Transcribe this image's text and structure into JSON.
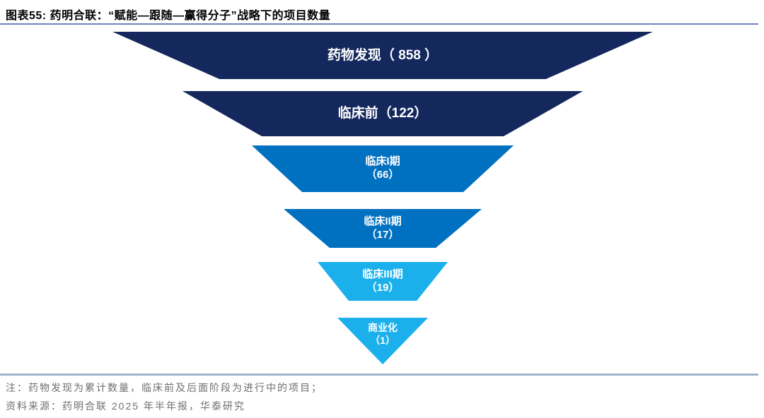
{
  "header": {
    "title": "图表55:  药明合联：“赋能—跟随—赢得分子”战略下的项目数量"
  },
  "chart_data": {
    "type": "funnel",
    "title": "药明合联“赋能—跟随—赢得分子”战略下的项目数量",
    "direction": "top-wide-to-bottom-narrow",
    "stages": [
      {
        "name": "药物发现",
        "value": 858,
        "line1": "药物发现（ 858 ）",
        "line2": "",
        "color": "#14285e"
      },
      {
        "name": "临床前",
        "value": 122,
        "line1": "临床前（122）",
        "line2": "",
        "color": "#14285e"
      },
      {
        "name": "临床I期",
        "value": 66,
        "line1": "临床I期",
        "line2": "（66）",
        "color": "#0070c0"
      },
      {
        "name": "临床II期",
        "value": 17,
        "line1": "临床II期",
        "line2": "（17）",
        "color": "#0070c0"
      },
      {
        "name": "临床III期",
        "value": 19,
        "line1": "临床III期",
        "line2": "（19）",
        "color": "#1bb0ec"
      },
      {
        "name": "商业化",
        "value": 1,
        "line1": "商业化",
        "line2": "（1）",
        "color": "#1bb0ec"
      }
    ]
  },
  "notes": {
    "note": "注：药物发现为累计数量，临床前及后面阶段为进行中的项目；",
    "source": "资料来源：药明合联 2025 年半年报，华泰研究"
  },
  "colors": {
    "stage_navy": "#14285e",
    "stage_blue": "#0070c0",
    "stage_cyan": "#1bb0ec",
    "title_rule": "#6d84bb",
    "footer_rule": "#a3b2cb",
    "note_text": "#6f6f6f",
    "stage_text": "#ffffff"
  }
}
